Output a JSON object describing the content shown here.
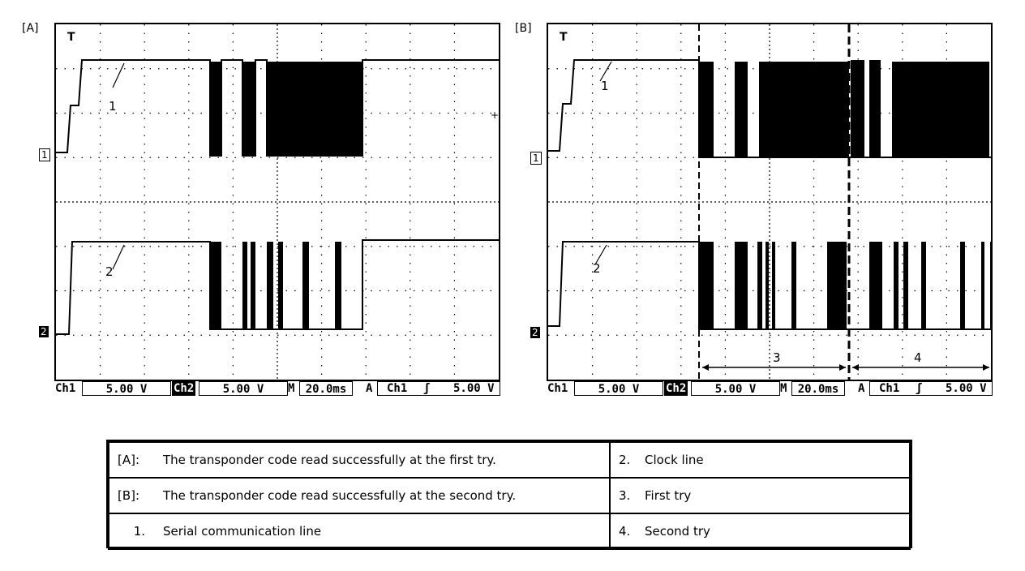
{
  "panels": [
    {
      "tag": "[A]",
      "ch1_marker": "1",
      "ch2_marker": "2",
      "trace_label_1": "1",
      "trace_label_2": "2",
      "status": {
        "ch1_label": "Ch1",
        "ch1_volts": "5.00 V",
        "ch2_label": "Ch2",
        "ch2_volts": "5.00 V",
        "m_label": "M",
        "timebase": "20.0ms",
        "a_label": "A",
        "trigger_ch": "Ch1",
        "trigger_slope": "ʃ",
        "trigger_level": "5.00 V"
      }
    },
    {
      "tag": "[B]",
      "ch1_marker": "1",
      "ch2_marker": "2",
      "trace_label_1": "1",
      "trace_label_2": "2",
      "span_label_3": "3",
      "span_label_4": "4",
      "status": {
        "ch1_label": "Ch1",
        "ch1_volts": "5.00 V",
        "ch2_label": "Ch2",
        "ch2_volts": "5.00 V",
        "m_label": "M",
        "timebase": "20.0ms",
        "a_label": "A",
        "trigger_ch": "Ch1",
        "trigger_slope": "ʃ",
        "trigger_level": "5.00 V"
      }
    }
  ],
  "legend": {
    "rows": [
      {
        "left_key": "[A]:",
        "left_text": "The transponder code read successfully at the first try.",
        "right_key": "2.",
        "right_text": "Clock line"
      },
      {
        "left_key": "[B]:",
        "left_text": "The transponder code read successfully at the second try.",
        "right_key": "3.",
        "right_text": "First try"
      },
      {
        "left_key": "1.",
        "left_text": "Serial communication line",
        "right_key": "4.",
        "right_text": "Second try"
      }
    ]
  }
}
